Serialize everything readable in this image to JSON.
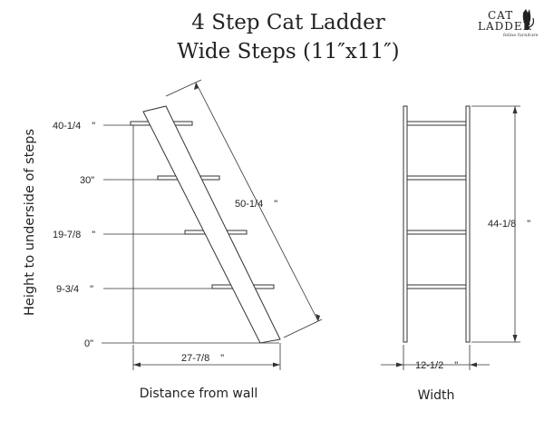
{
  "title_line1": "4 Step Cat Ladder",
  "title_line2": "Wide  Steps (11″x11″)",
  "logo": {
    "top": "CAT",
    "bottom": "LADDER",
    "tagline": "feline furniture"
  },
  "side_view": {
    "y_axis_label": "Height to underside of steps",
    "x_caption": "Distance from wall",
    "heights": [
      "40-1/4",
      "30\"",
      "19-7/8",
      "9-3/4",
      "0\""
    ],
    "inch_mark": "\"",
    "rail_length": "50-1/4",
    "depth": "27-7/8"
  },
  "front_view": {
    "caption": "Width",
    "height": "44-1/8",
    "width": "12-1/2"
  }
}
